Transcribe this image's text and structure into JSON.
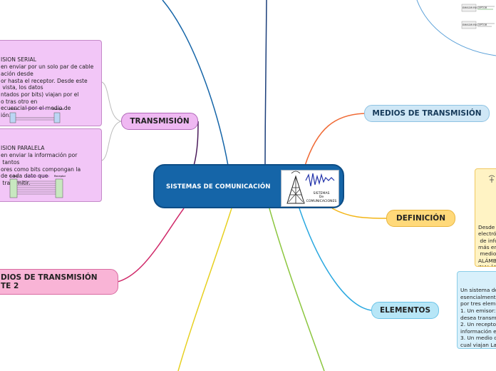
{
  "central": {
    "title": "SISTEMAS DE COMUNICACIÓN",
    "image_label": "SISTEMAS\nDe\nCOMUNICACIONES"
  },
  "topics": {
    "medios": "MEDIOS DE TRANSMISIÓN",
    "definicion": "DEFINICIÓN",
    "elementos": "ELEMENTOS",
    "transmision": "TRANSMISIÓN",
    "medios2": "DIOS DE TRANSMISIÓN\nTE 2"
  },
  "notes": {
    "serial": "ISION SERIAL\nen enviar por un solo par de cable\nación desde\nor hasta el receptor. Desde este\n vista, los datos\nntados por bits) viajan por el\no tras otro en\necuencial por el medio de\nión.",
    "paralela": "ISION PARALELA\nen enviar la información por\n tantos\nores como bits compongan la\nde cada dato que\n transmitir.",
    "definicion": "Desde c\nelectrón\n de infor\nmás en\n medios\nALÁMBR\nINALÁM\nseñales\ntensión",
    "elementos": "Un sistema de\nesencialmente\npor tres eleme\n1. Un emisor:\ndesea transmi\n2. Un recepto\ninformación e\n3. Un medio d\ncual viajan La\ninformación.\nPuede existir r\npara la misma"
  },
  "diagram_labels": {
    "serial_title": "Serie (síncrona)",
    "serial_left": "Emisor",
    "serial_right": "Receptor",
    "paralela_title": "Paralelo (síncrona)",
    "paralela_left": "Emisor",
    "paralela_right": "Receptor",
    "emisor_receptor_1": "EMISOR RECEPTOR",
    "emisor_receptor_2": "EMISOR RECEPTOR"
  },
  "colors": {
    "central": "#1565a8",
    "medios": "#cfe7f6",
    "definicion": "#ffd97a",
    "elementos": "#b7e6f7",
    "transmision": "#efb8f2",
    "medios2": "#f9b4d6",
    "note_purple": "#f2c6f7",
    "note_yellow": "#fff3c4",
    "note_blue": "#d8f0fb"
  }
}
